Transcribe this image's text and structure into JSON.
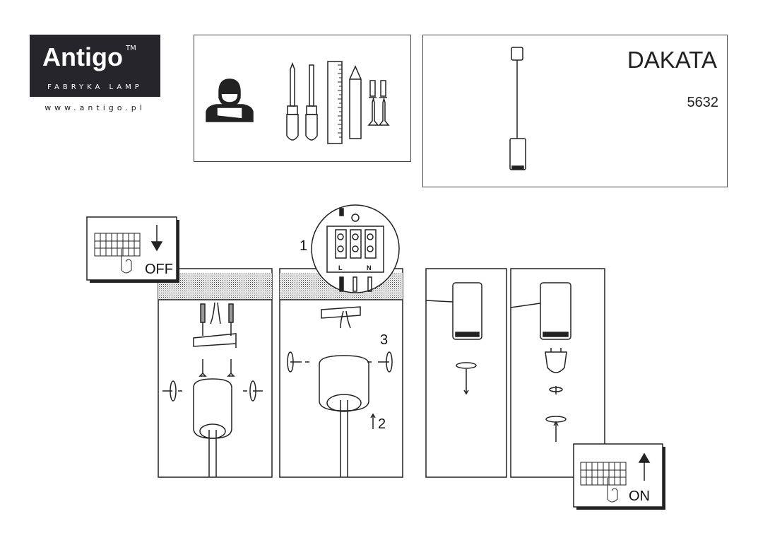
{
  "brand": {
    "name": "Antigo",
    "trademark": "TM",
    "tagline": "FABRYKA LAMP",
    "website": "www.antigo.pl"
  },
  "product": {
    "name": "DAKATA",
    "code": "5632"
  },
  "tools": {
    "icons": [
      "electrician-icon",
      "phillips-screwdriver-icon",
      "flat-screwdriver-icon",
      "ruler-icon",
      "pencil-icon",
      "wall-plug-icon",
      "screw-icon"
    ]
  },
  "steps": {
    "power_off_label": "OFF",
    "power_on_label": "ON",
    "step1": "1",
    "step2": "2",
    "step3": "3",
    "terminal_labels": [
      "L",
      "N"
    ]
  }
}
